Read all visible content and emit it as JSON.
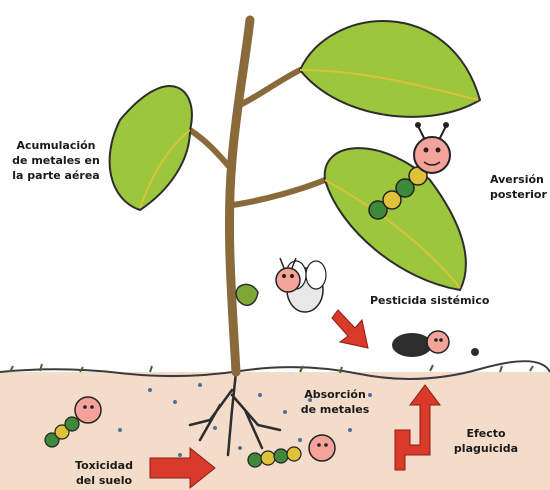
{
  "labels": {
    "accumulation": "Acumulación\nde metales en\nla parte aérea",
    "aversion": "Aversión\nposterior",
    "pesticide": "Pesticida sistémico",
    "absorption": "Absorción\nde metales",
    "effect": "Efecto\nplaguicida",
    "toxicity": "Toxicidad\ndel suelo"
  },
  "colors": {
    "leaf": "#9cc63c",
    "leaf_vein": "#d9c23a",
    "stem": "#8a6a3a",
    "soil": "#f4dccb",
    "arrow_red": "#d93a2a",
    "insect_head": "#f3a39a",
    "caterpillar_green": "#3f8a3a"
  }
}
